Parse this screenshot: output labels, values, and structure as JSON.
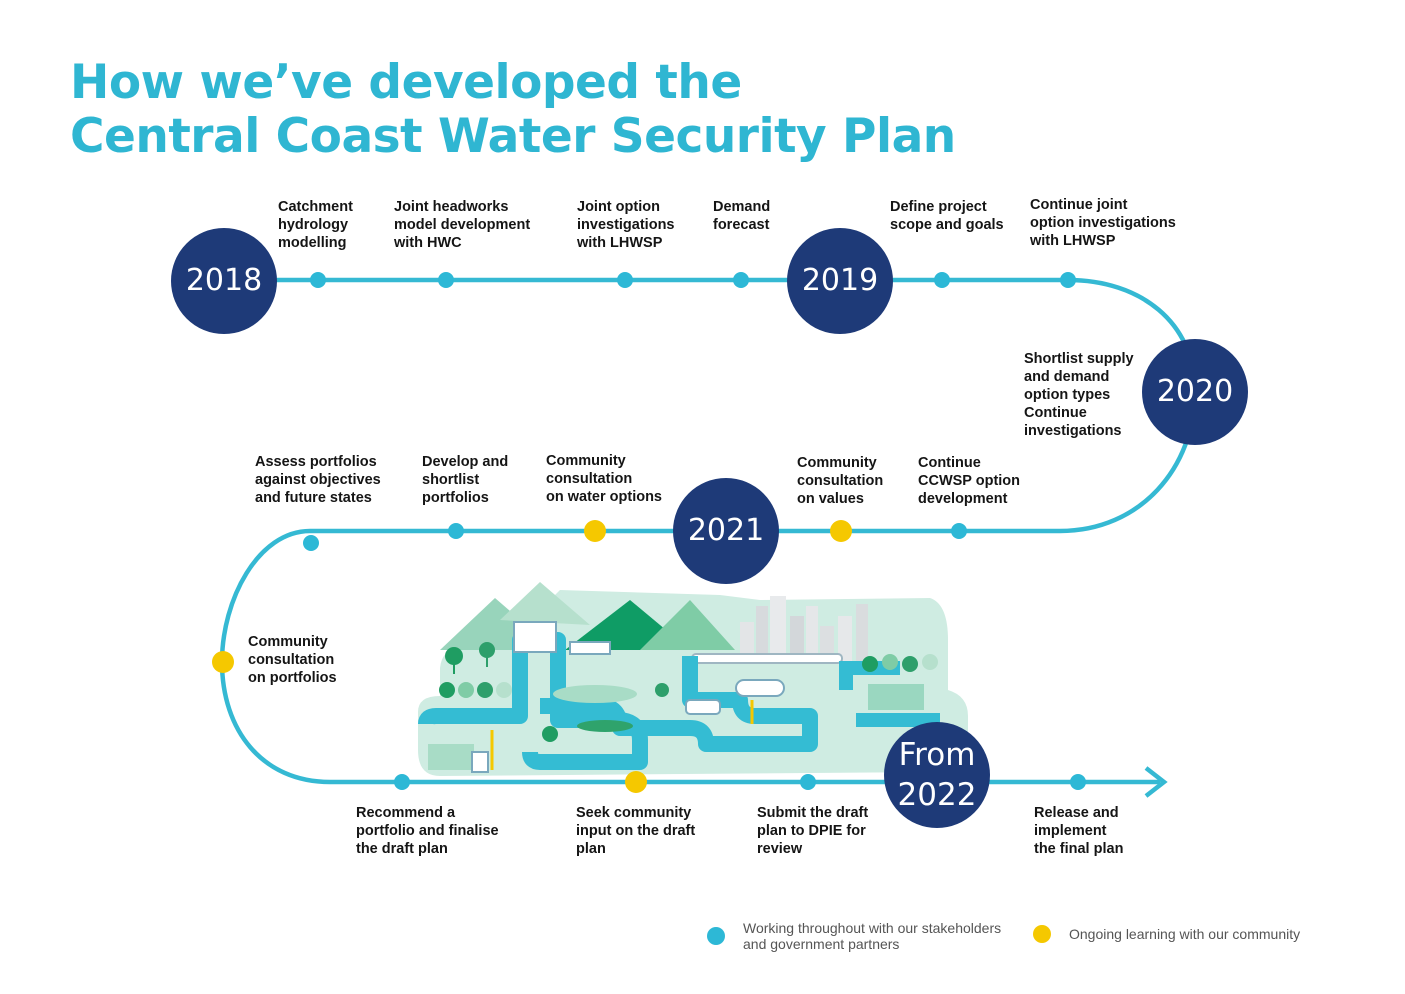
{
  "title": {
    "line1": "How we’ve developed the",
    "line2": "Central Coast Water Security Plan"
  },
  "colors": {
    "title": "#2fb6d2",
    "path": "#35b9d3",
    "stakeholder_dot": "#2db8d6",
    "community_dot": "#f5c800",
    "year_circle": "#1e3a78"
  },
  "years": {
    "y2018": "2018",
    "y2019": "2019",
    "y2020": "2020",
    "y2021": "2021",
    "y2022_line1": "From",
    "y2022_line2": "2022"
  },
  "milestones": {
    "catchment": "Catchment\nhydrology\nmodelling",
    "headworks": "Joint headworks\nmodel development\nwith HWC",
    "joint_option": "Joint option\ninvestigations\nwith LHWSP",
    "demand": "Demand\nforecast",
    "define": "Define project\nscope and goals",
    "continue_joint": "Continue joint\noption investigations\nwith LHWSP",
    "shortlist": "Shortlist supply\nand demand\noption types\nContinue\ninvestigations",
    "assess": "Assess portfolios\nagainst objectives\nand future states",
    "develop": "Develop and\nshortlist\nportfolios",
    "community_water": "Community\nconsultation\non water options",
    "community_values": "Community\nconsultation\non values",
    "continue_ccwsp": "Continue\nCCWSP option\ndevelopment",
    "community_portfolios": "Community\nconsultation\non portfolios",
    "recommend": "Recommend a\nportfolio and finalise\nthe draft plan",
    "seek": "Seek community\ninput on the draft\nplan",
    "submit": "Submit the draft\nplan to DPIE for\nreview",
    "release": "Release and\nimplement\nthe final plan"
  },
  "legend": {
    "stakeholders": "Working throughout with our stakeholders\nand government partners",
    "community": "Ongoing learning with our community"
  },
  "icons": {
    "landscape": "water-landscape-illustration",
    "arrow": "arrow-head-icon"
  }
}
